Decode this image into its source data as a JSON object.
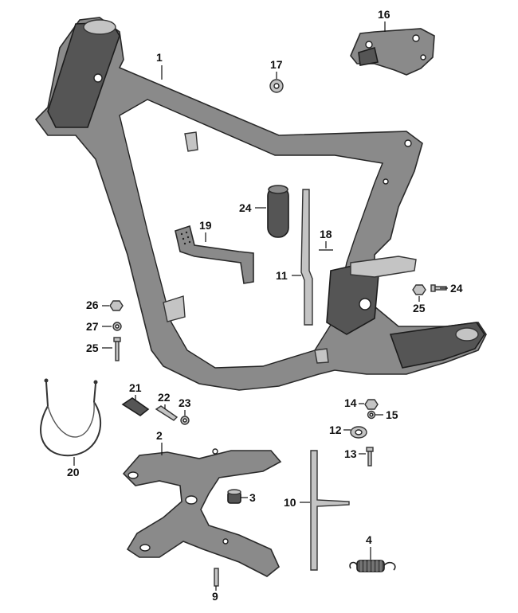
{
  "diagram": {
    "callouts": [
      {
        "id": "c1",
        "number": "1"
      },
      {
        "id": "c2",
        "number": "2"
      },
      {
        "id": "c3",
        "number": "3"
      },
      {
        "id": "c4",
        "number": "4"
      },
      {
        "id": "c9",
        "number": "9"
      },
      {
        "id": "c10",
        "number": "10"
      },
      {
        "id": "c11",
        "number": "11"
      },
      {
        "id": "c12",
        "number": "12"
      },
      {
        "id": "c13",
        "number": "13"
      },
      {
        "id": "c14",
        "number": "14"
      },
      {
        "id": "c15",
        "number": "15"
      },
      {
        "id": "c16",
        "number": "16"
      },
      {
        "id": "c17",
        "number": "17"
      },
      {
        "id": "c18",
        "number": "18"
      },
      {
        "id": "c19",
        "number": "19"
      },
      {
        "id": "c20",
        "number": "20"
      },
      {
        "id": "c21",
        "number": "21"
      },
      {
        "id": "c22",
        "number": "22"
      },
      {
        "id": "c23",
        "number": "23"
      },
      {
        "id": "c24a",
        "number": "24"
      },
      {
        "id": "c24b",
        "number": "24"
      },
      {
        "id": "c25a",
        "number": "25"
      },
      {
        "id": "c25b",
        "number": "25"
      },
      {
        "id": "c26",
        "number": "26"
      },
      {
        "id": "c27",
        "number": "27"
      }
    ]
  }
}
